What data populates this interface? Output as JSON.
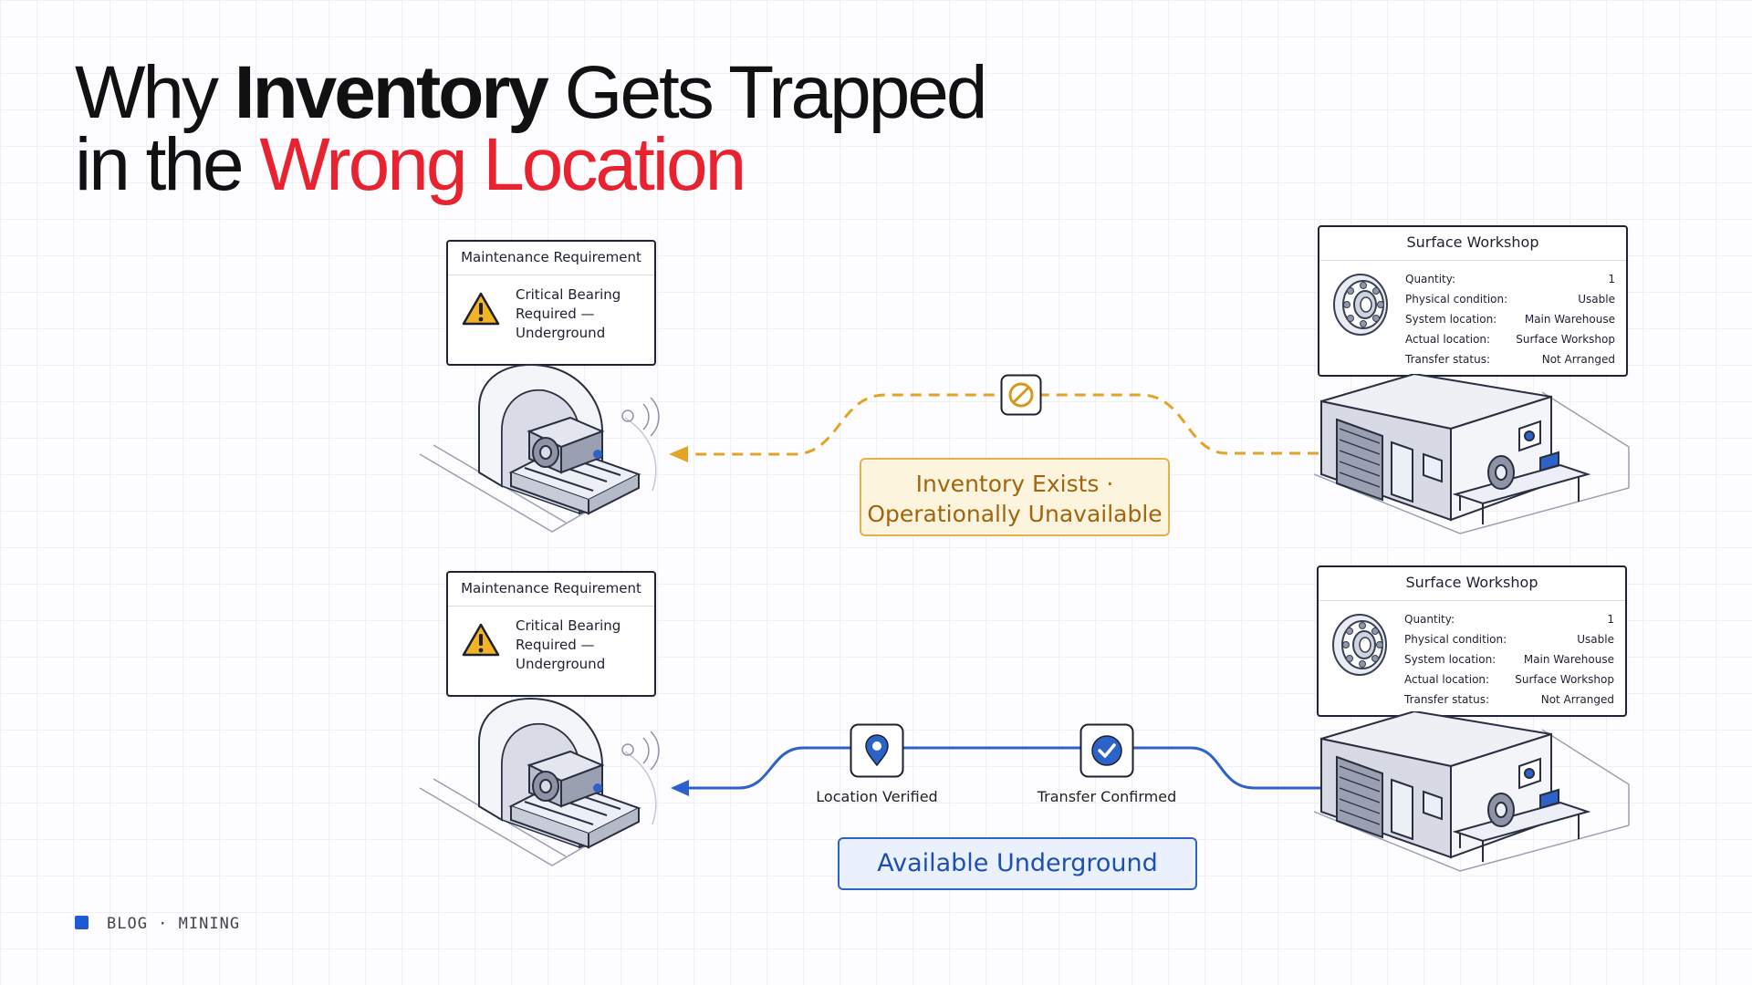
{
  "title": {
    "line1_pre": "Why ",
    "line1_bold": "Inventory",
    "line1_post": " Gets Trapped",
    "line2_pre": "in the ",
    "line2_red": "Wrong Location"
  },
  "colors": {
    "title_accent": "#e8232f",
    "warning": "#e3a324",
    "blocked_path": "#e3a324",
    "available_path": "#2d63c8",
    "footer_square": "#1f5ad6"
  },
  "panels": [
    {
      "requirement": {
        "heading": "Maintenance Requirement",
        "line1": "Critical Bearing",
        "line2": "Required —",
        "line3": "Underground",
        "icon": "warning-triangle-icon"
      },
      "inventory": {
        "heading": "Surface Workshop",
        "icon": "bearing-icon",
        "rows": [
          {
            "label": "Quantity:",
            "value": "1"
          },
          {
            "label": "Physical condition:",
            "value": "Usable"
          },
          {
            "label": "System location:",
            "value": "Main Warehouse"
          },
          {
            "label": "Actual location:",
            "value": "Surface Workshop"
          },
          {
            "label": "Transfer status:",
            "value": "Not Arranged"
          }
        ]
      },
      "path": {
        "style": "dashed",
        "icon": "blocked-icon",
        "banner_line1": "Inventory Exists ·",
        "banner_line2": "Operationally Unavailable"
      }
    },
    {
      "requirement": {
        "heading": "Maintenance Requirement",
        "line1": "Critical Bearing",
        "line2": "Required —",
        "line3": "Underground",
        "icon": "warning-triangle-icon"
      },
      "inventory": {
        "heading": "Surface Workshop",
        "icon": "bearing-icon",
        "rows": [
          {
            "label": "Quantity:",
            "value": "1"
          },
          {
            "label": "Physical condition:",
            "value": "Usable"
          },
          {
            "label": "System location:",
            "value": "Main Warehouse"
          },
          {
            "label": "Actual location:",
            "value": "Surface Workshop"
          },
          {
            "label": "Transfer status:",
            "value": "Not Arranged"
          }
        ]
      },
      "path": {
        "style": "solid",
        "steps": [
          {
            "label": "Location Verified",
            "icon": "location-pin-icon"
          },
          {
            "label": "Transfer Confirmed",
            "icon": "check-circle-icon"
          }
        ],
        "banner": "Available Underground"
      }
    }
  ],
  "footer": {
    "text": "BLOG · MINING"
  }
}
